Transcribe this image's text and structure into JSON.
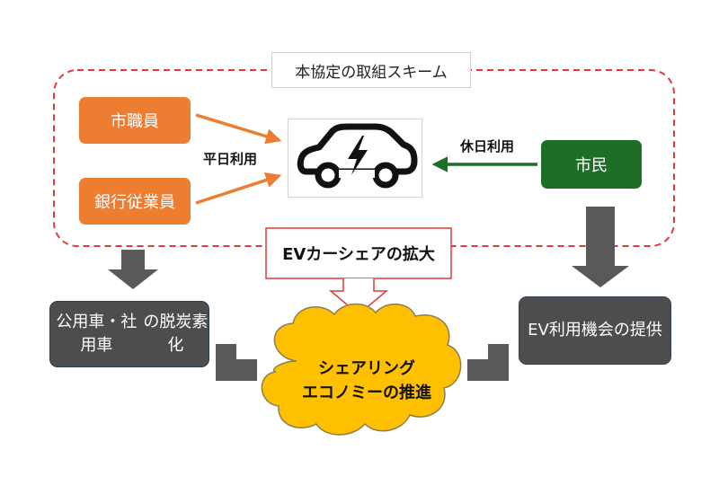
{
  "scheme": {
    "title": "本協定の取組スキーム",
    "city_staff": "市職員",
    "bank_staff": "銀行従業員",
    "citizens": "市民",
    "weekday_use": "平日利用",
    "holiday_use": "休日利用",
    "vehicle_icon": "electric-car-icon"
  },
  "expansion": {
    "label": "EVカーシェアの拡大"
  },
  "outcomes": {
    "decarbonize_line1": "公用車・社用車",
    "decarbonize_line2": "の脱炭素化",
    "ev_opportunity_line1": "EV利用機会",
    "ev_opportunity_line2": "の提供"
  },
  "goal": {
    "line1": "シェアリング",
    "line2": "エコノミーの推進"
  },
  "colors": {
    "orange": "#ed7d31",
    "green": "#1f6e27",
    "gray": "#4d4d4d",
    "dashed_border": "#e03a3a",
    "cloud_fill": "#ffc000",
    "arrow_gray": "#595959"
  }
}
